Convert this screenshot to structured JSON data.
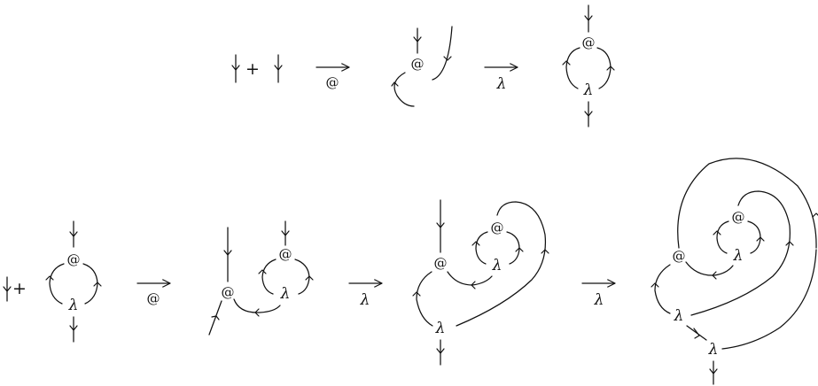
{
  "node_labels": {
    "application": "@",
    "abstraction": "λ"
  },
  "plus": "+",
  "top_row": {
    "step_1": "@",
    "step_2": "λ"
  },
  "bottom_row": {
    "step_1": "@",
    "step_2": "λ",
    "step_3": "λ"
  }
}
